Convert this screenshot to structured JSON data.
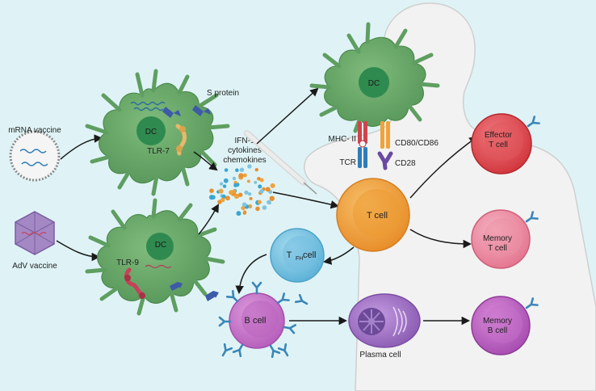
{
  "labels": {
    "mrna_vaccine": "mRNA vaccine",
    "adv_vaccine": "AdV vaccine",
    "s_protein": "S protein",
    "dc_top": "DC",
    "dc_bottom": "DC",
    "dc_right": "DC",
    "tlr7": "TLR-7",
    "tlr9": "TLR-9",
    "ifn_line1": "IFN-1",
    "ifn_line2": "cytokines",
    "ifn_line3": "chemokines",
    "mhc": "MHC- II",
    "tcr": "TCR",
    "cd80": "CD80/CD86",
    "cd28": "CD28",
    "t_cell": "T cell",
    "tfh_main": "T",
    "tfh_sub": "FH",
    "tfh_rest": " cell",
    "b_cell": "B cell",
    "plasma_cell": "Plasma cell",
    "effector_1": "Effector",
    "effector_2": "T cell",
    "memory_t_1": "Memory",
    "memory_t_2": "T cell",
    "memory_b_1": "Memory",
    "memory_b_2": "B cell"
  },
  "colors": {
    "background": "#dff3f6",
    "dendritic_cell": "#6aa86a",
    "dc_nucleus": "#2f8a4f",
    "t_cell": "#f0a03a",
    "tfh_cell": "#7cc6e3",
    "b_cell": "#c776c9",
    "plasma_cell": "#9b6bc2",
    "effector_t_cell": "#e0505a",
    "memory_t_cell": "#ec8fa3",
    "memory_b_cell": "#b95fc2",
    "antibody": "#3a86b8"
  },
  "icons": [
    "mrna-vaccine-icon",
    "adv-vaccine-icon",
    "s-protein-icon",
    "syringe-icon",
    "antibody-icon",
    "tlr7-receptor-icon",
    "tlr9-receptor-icon",
    "human-silhouette"
  ]
}
